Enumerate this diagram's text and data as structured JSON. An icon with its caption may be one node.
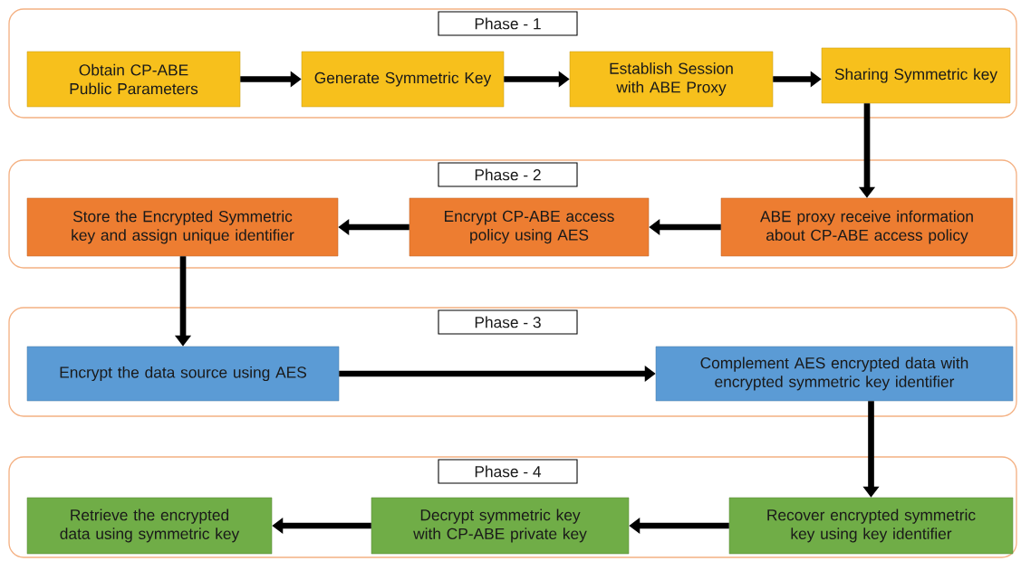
{
  "diagram": {
    "nodes": [
      {
        "text": [
          "Phase - 1"
        ]
      },
      {
        "text": [
          "Obtain CP-ABE Public Parameters"
        ],
        "in": 0
      },
      {
        "text": [
          "Generate Symmetric Key"
        ],
        "in": 0
      },
      {
        "text": [
          "Establish Session with ABE Proxy"
        ],
        "in": 0
      },
      {
        "text": [
          "Sharing Symmetric key"
        ],
        "in": 0
      },
      {
        "text": [
          "Phase - 2"
        ]
      },
      {
        "text": [
          "ABE proxy receive information about CP-ABE access policy"
        ],
        "in": 5
      },
      {
        "text": [
          "Encrypt CP-ABE access policy using AES"
        ],
        "in": 5
      },
      {
        "text": [
          "Store the Encrypted Symmetric key and assign unique identifier"
        ],
        "in": 5
      },
      {
        "text": [
          "Phase - 3"
        ]
      },
      {
        "text": [
          "Encrypt the data source using AES"
        ],
        "in": 9
      },
      {
        "text": [
          "Complement AES encrypted data with encrypted symmetric key identifier"
        ],
        "in": 9
      },
      {
        "text": [
          "Phase - 4"
        ]
      },
      {
        "text": [
          "Recover encrypted symmetric key using key identifier"
        ],
        "in": 12
      },
      {
        "text": [
          "Decrypt symmetric key with CP-ABE private key"
        ],
        "in": 12
      },
      {
        "text": [
          "Retrieve the encrypted data using symmetric key"
        ],
        "in": 12
      }
    ],
    "edges": [
      {
        "from": 1,
        "to": 2,
        "arrow": "to"
      },
      {
        "from": 2,
        "to": 3,
        "arrow": "to"
      },
      {
        "from": 3,
        "to": 4,
        "arrow": "to"
      },
      {
        "from": 4,
        "to": 6,
        "arrow": "to"
      },
      {
        "from": 6,
        "to": 7,
        "arrow": "to"
      },
      {
        "from": 7,
        "to": 8,
        "arrow": "to"
      },
      {
        "from": 8,
        "to": 10,
        "arrow": "to"
      },
      {
        "from": 10,
        "to": 11,
        "arrow": "to"
      },
      {
        "from": 11,
        "to": 13,
        "arrow": "to"
      },
      {
        "from": 13,
        "to": 14,
        "arrow": "to"
      },
      {
        "from": 14,
        "to": 15,
        "arrow": "to"
      }
    ]
  }
}
